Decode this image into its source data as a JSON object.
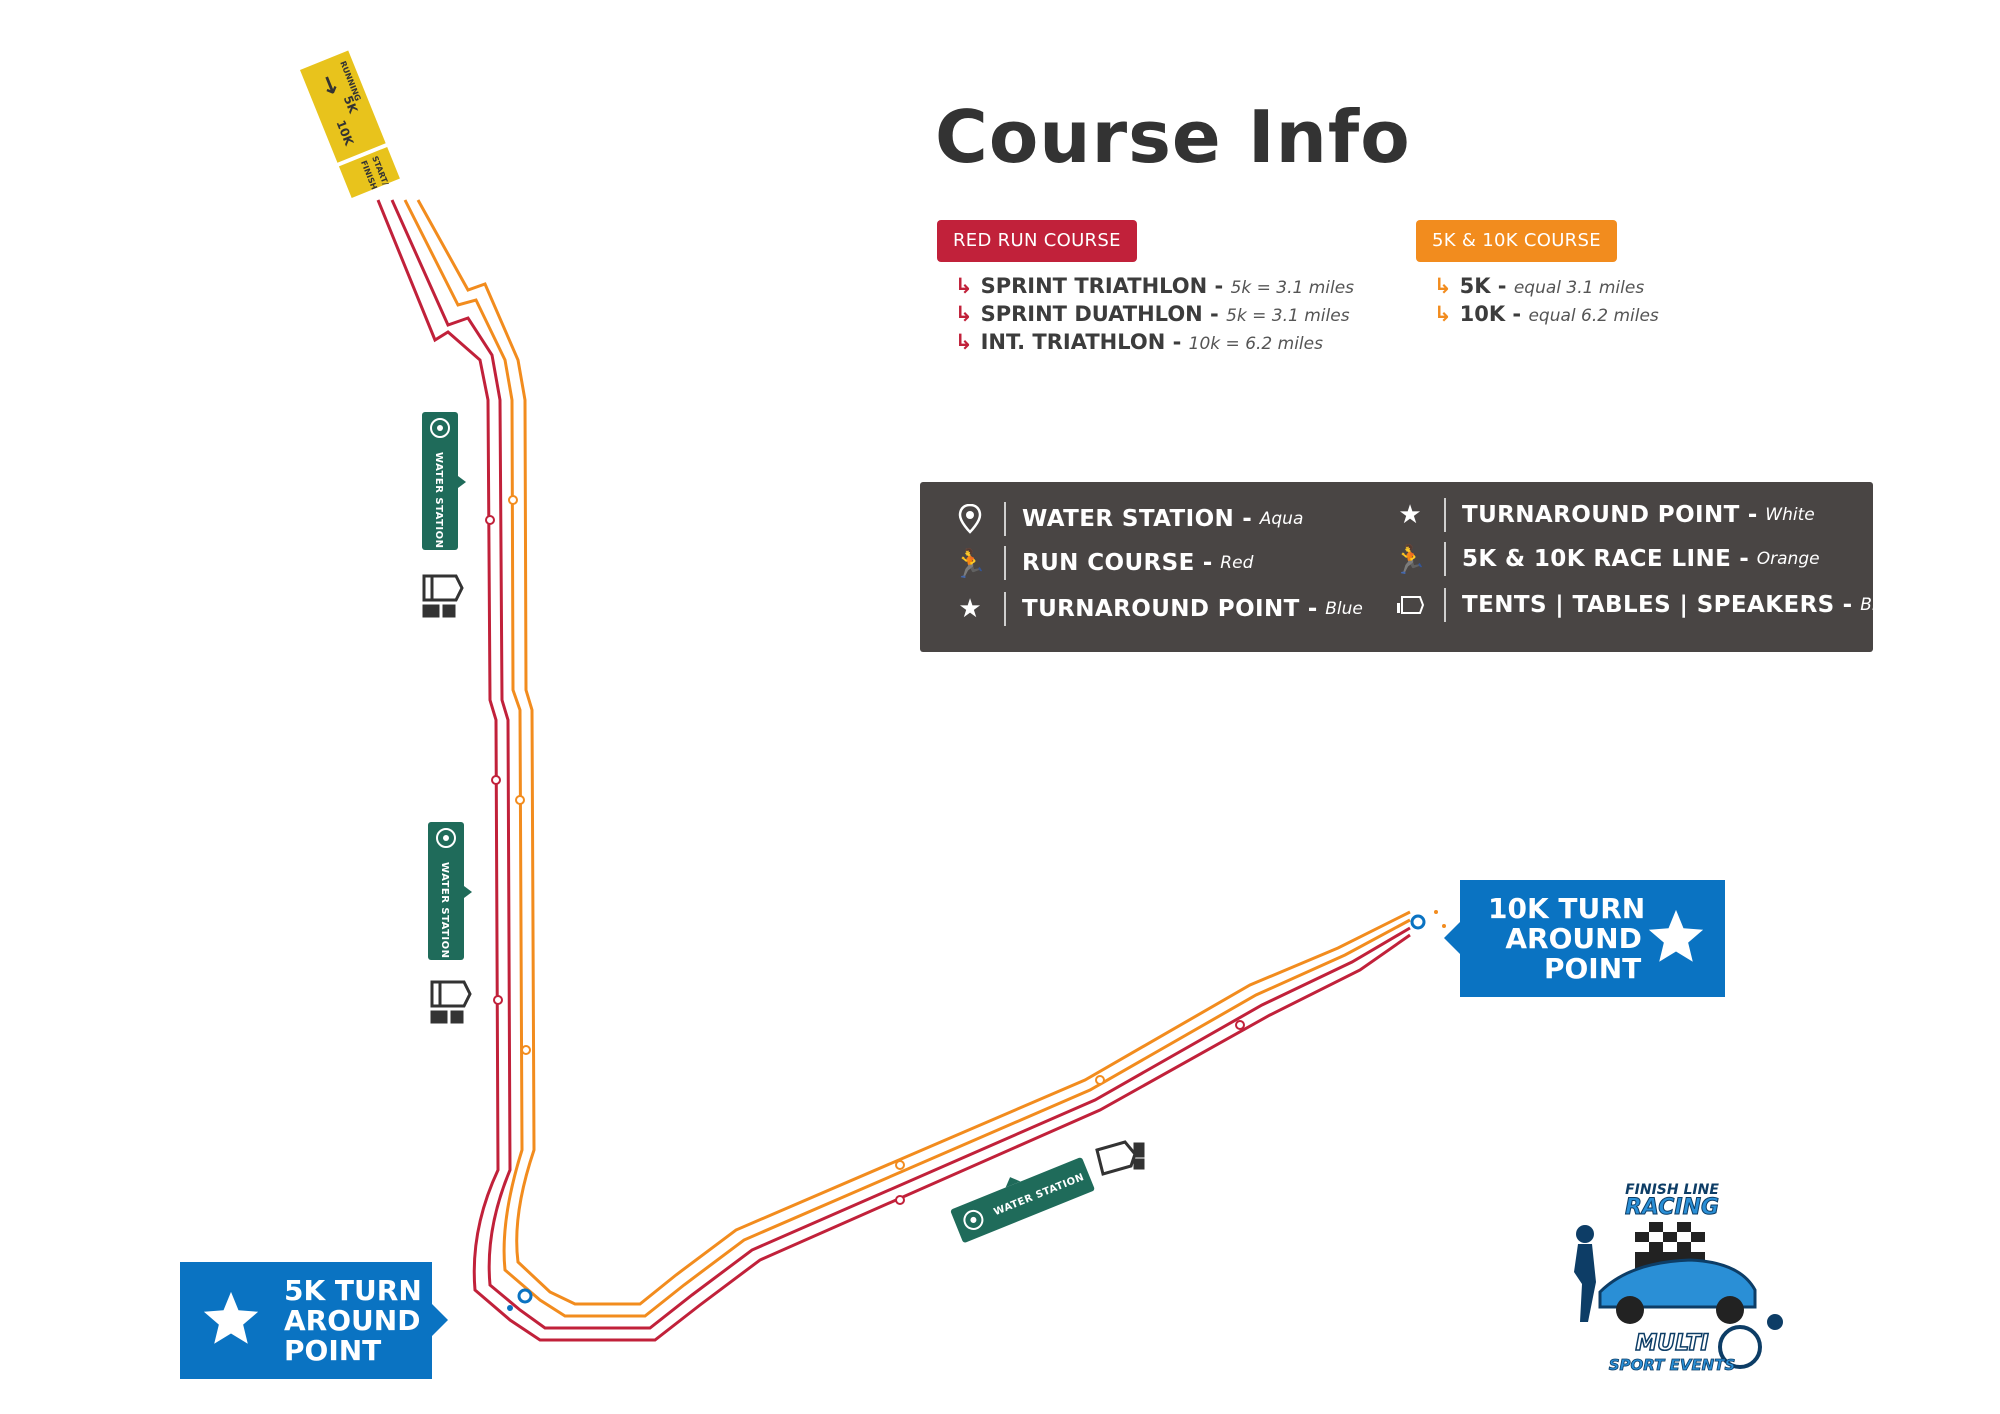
{
  "title": "Course Info",
  "courses": {
    "red": {
      "label": "RED RUN COURSE",
      "color": "#c1213a",
      "items": [
        {
          "name": "SPRINT TRIATHLON",
          "dist": "5k = 3.1 miles"
        },
        {
          "name": "SPRINT DUATHLON",
          "dist": "5k = 3.1 miles"
        },
        {
          "name": "INT. TRIATHLON",
          "dist": "10k = 6.2 miles"
        }
      ]
    },
    "orange": {
      "label": "5K & 10K COURSE",
      "color": "#f28c1e",
      "items": [
        {
          "name": "5K",
          "dist": "equal 3.1 miles"
        },
        {
          "name": "10K",
          "dist": "equal 6.2 miles"
        }
      ]
    }
  },
  "legend": {
    "water": {
      "name": "WATER STATION",
      "color_word": "Aqua"
    },
    "run": {
      "name": "RUN COURSE",
      "color_word": "Red"
    },
    "turn_blue": {
      "name": "TURNAROUND POINT",
      "color_word": "Blue"
    },
    "turn_white": {
      "name": "TURNAROUND POINT",
      "color_word": "White"
    },
    "race_line": {
      "name": "5K & 10K RACE LINE",
      "color_word": "Orange"
    },
    "tents": {
      "name": "TENTS | TABLES | SPEAKERS",
      "color_word": "Black"
    }
  },
  "turnarounds": {
    "k10": {
      "line1": "10K TURN",
      "line2": "AROUND",
      "line3": "POINT"
    },
    "k5": {
      "line1": "5K TURN",
      "line2": "AROUND",
      "line3": "POINT"
    }
  },
  "start_sign": {
    "top": "RUNNING",
    "k5": "5K",
    "k10": "10K",
    "start": "START/",
    "finish": "FINISH"
  },
  "water_station_label": "WATER STATION",
  "logo": {
    "line1": "FINISH LINE",
    "line2": "RACING",
    "line3": "MULTI",
    "line4": "SPORT EVENTS"
  },
  "colors": {
    "red_course": "#c1213a",
    "orange_course": "#f28c1e",
    "turnaround_blue": "#0a73c2",
    "water_station_green": "#1f6b5a",
    "sign_yellow": "#e8c31c",
    "legend_bg": "#494544"
  }
}
